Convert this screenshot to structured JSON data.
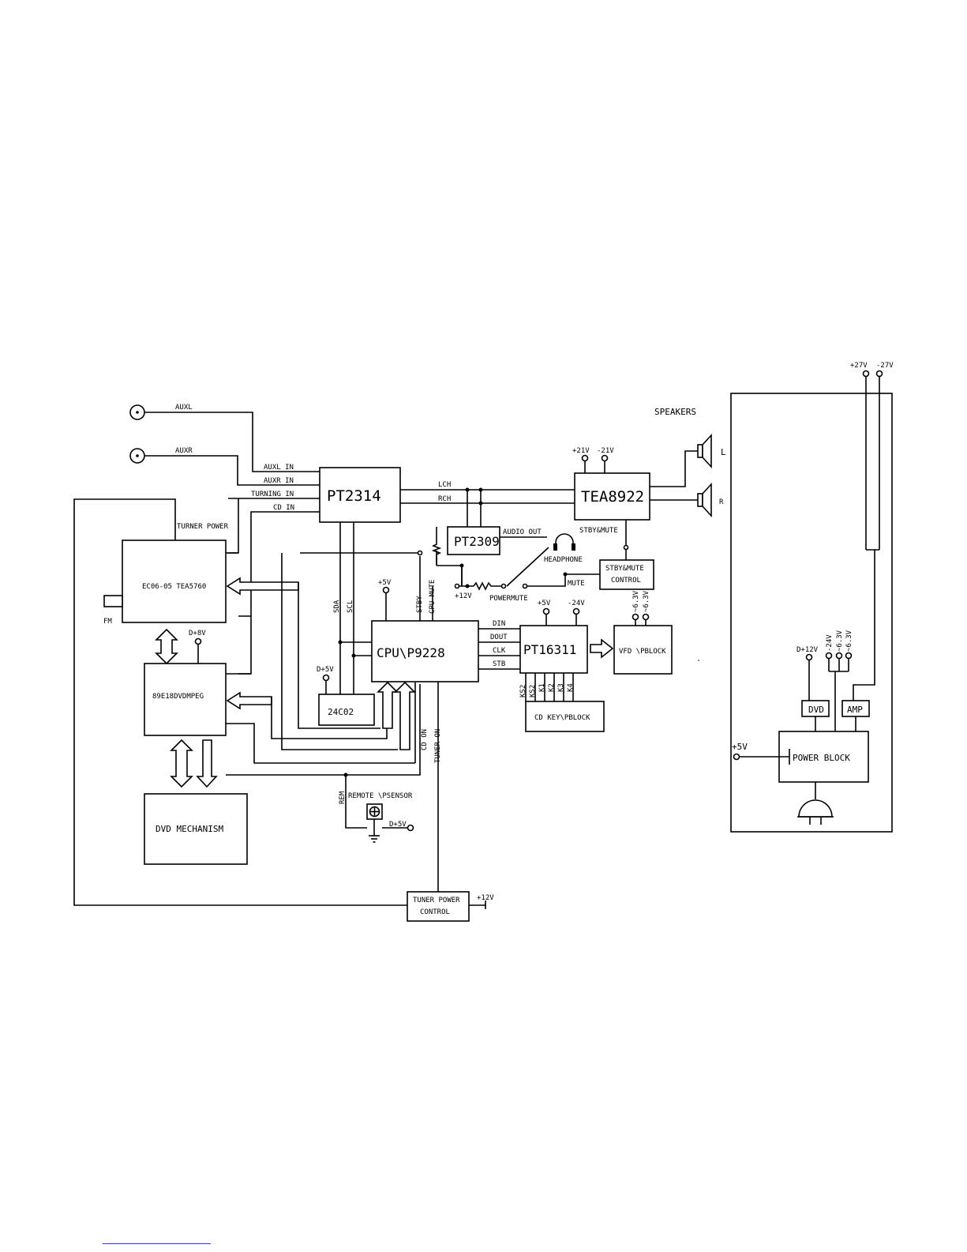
{
  "blocks": {
    "pt2314": "PT2314",
    "tea8922": "TEA8922",
    "pt2309": "PT2309",
    "tuner": "EC06-05   TEA5760",
    "mpeg": "89E18DVDMPEG",
    "mechanism": "DVD MECHANISM",
    "cpu": "CPU\\P9228",
    "eeprom": "24C02",
    "pt16311": "PT16311",
    "cd_key": "CD KEY\\PBLOCK",
    "vfd": "VFD \\PBLOCK",
    "stby_control_1": "STBY&MUTE",
    "stby_control_2": "CONTROL",
    "tuner_power_1": "TUNER POWER",
    "tuner_power_2": "CONTROL",
    "power_block": "POWER BLOCK",
    "dvd": "DVD",
    "amp": "AMP"
  },
  "labels": {
    "auxl": "AUXL",
    "auxr": "AUXR",
    "auxl_in": "AUXL IN",
    "auxr_in": "AUXR IN",
    "turning_in": "TURNING IN",
    "cd_in": "CD IN",
    "turner_power": "TURNER POWER",
    "fm": "FM",
    "lch": "LCH",
    "rch": "RCH",
    "audio_out": "AUDIO OUT",
    "headphone": "HEADPHONE",
    "stby_mute": "STBY&MUTE",
    "mute": "MUTE",
    "powermute": "POWERMUTE",
    "plus12v": "+12V",
    "plus5v": "+5V",
    "minus24v": "-24V",
    "plus21v": "+21V",
    "minus21v": "-21V",
    "sda": "SDA",
    "scl": "SCL",
    "stby": "STBY",
    "cpu_mute": "CPU MUTE",
    "din": "DIN",
    "dout": "DOUT",
    "clk": "CLK",
    "stb": "STB",
    "d5v": "D+5V",
    "d8v": "D+8V",
    "d12v": "D+12V",
    "ks2a": "KS2",
    "ks2b": "KS2",
    "k1": "K1",
    "k2": "K2",
    "k3": "K3",
    "k4": "K4",
    "v63a": "~6.3V",
    "v63b": "~6.3V",
    "cd_on": "CD ON",
    "tuner_on": "TUNER ON",
    "rem": "REM",
    "remote_sensor": "REMOTE \\PSENSOR",
    "speakers": "SPEAKERS",
    "spk_l": "L",
    "spk_r": "R",
    "plus27v": "+27V",
    "minus27v": "-27V",
    "pwr_minus24v": "-24V",
    "pwr_63a": "~6.3V",
    "pwr_63b": "~6.3V",
    "pwr_plus5v": "+5V"
  }
}
